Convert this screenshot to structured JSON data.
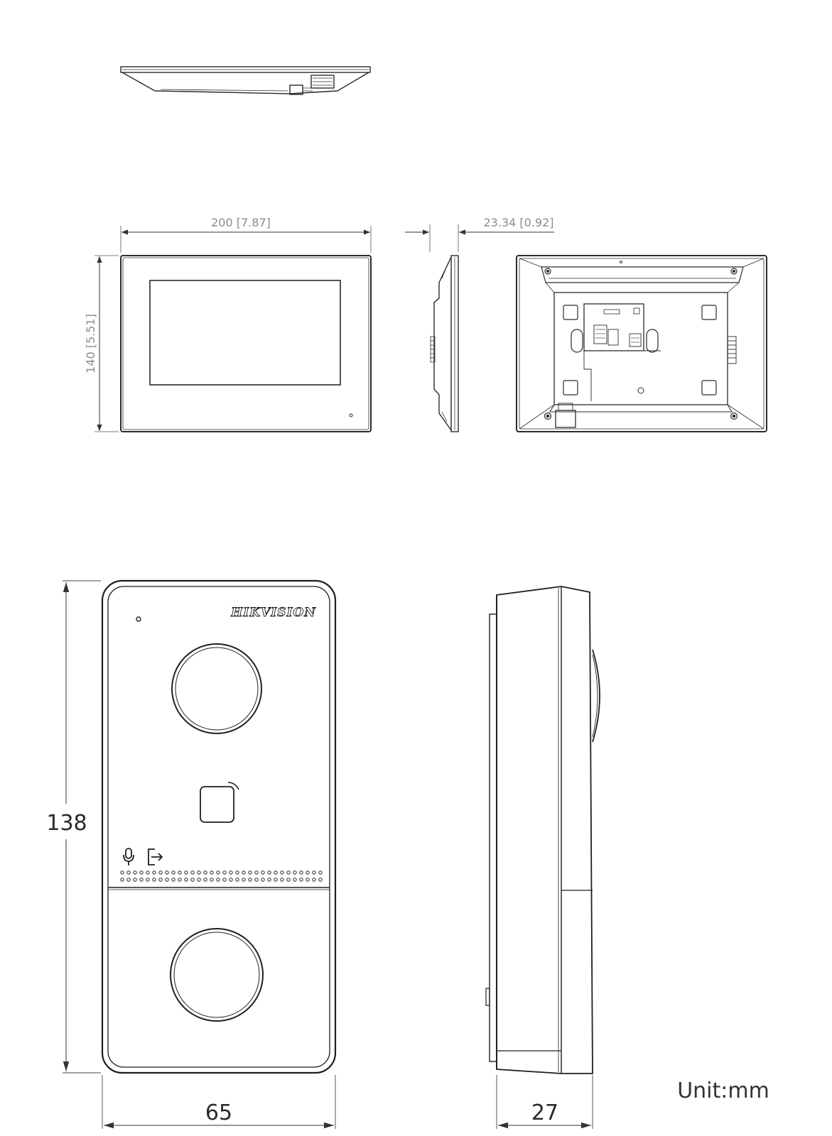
{
  "monitor": {
    "width_dimension": "200 [7.87]",
    "height_dimension": "140 [5.51]",
    "depth_dimension": "23.34 [0.92]"
  },
  "door_station": {
    "brand_logo_text": "HIKVISION",
    "height_dimension": "138",
    "width_dimension": "65",
    "depth_dimension": "27"
  },
  "unit_label": "Unit:mm",
  "colors": {
    "line": "#2b2b2b",
    "dimension_text": "#8c8c8c",
    "background": "#ffffff"
  }
}
